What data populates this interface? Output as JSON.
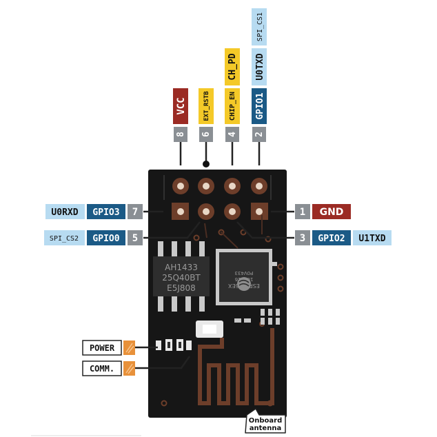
{
  "colors": {
    "vcc": "#9b2b24",
    "gpio": "#1b5a86",
    "alt": "#b7dbf1",
    "chip_pd": "#f4c928",
    "num": "#8a8f94",
    "gnd": "#9b2b24",
    "led": "#e8913a",
    "board": "#161616",
    "header": "#6d3e2a"
  },
  "pins": {
    "p8": {
      "num": "8",
      "name": "VCC"
    },
    "p6": {
      "num": "6",
      "name": "EXT_RSTB"
    },
    "p4": {
      "num": "4",
      "name": "CHIP_EN",
      "alt": "CH_PD"
    },
    "p2": {
      "num": "2",
      "name": "GPIO1",
      "alt": "U0TXD",
      "alt2": "SPI_CS1"
    },
    "p7": {
      "num": "7",
      "name": "GPIO3",
      "alt": "U0RXD"
    },
    "p5": {
      "num": "5",
      "name": "GPIO0",
      "alt": "SPI_CS2"
    },
    "p1": {
      "num": "1",
      "name": "GND"
    },
    "p3": {
      "num": "3",
      "name": "GPIO2",
      "alt": "U1TXD"
    }
  },
  "flash_chip": {
    "line1": "AH1433",
    "line2": "25Q40BT",
    "line3": "E5J808"
  },
  "esp_chip": {
    "line1": "ESP8266EX",
    "line2": "102016",
    "line3": "P0V433"
  },
  "leds": {
    "power": "POWER",
    "comm": "COMM."
  },
  "antenna": {
    "line1": "Onboard",
    "line2": "antenna"
  }
}
